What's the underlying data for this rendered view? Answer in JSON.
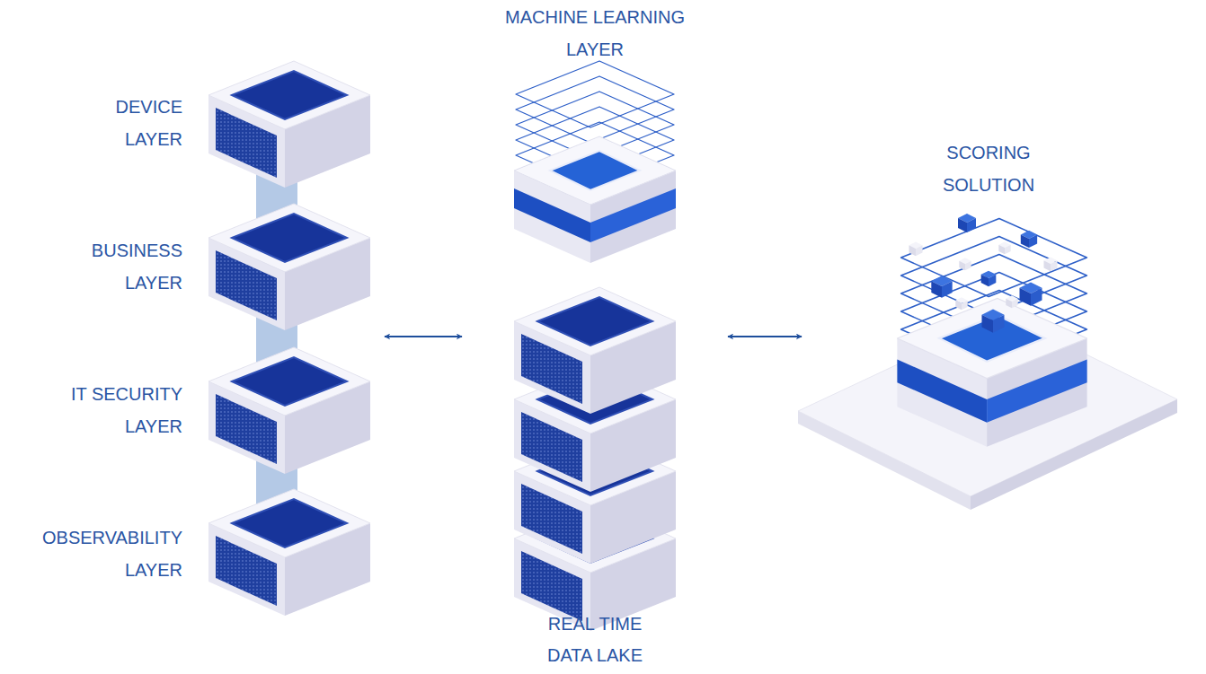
{
  "diagram": {
    "nodes": [
      {
        "text": [
          "DEVICE LAYER"
        ]
      },
      {
        "text": [
          "BUSINESS LAYER"
        ]
      },
      {
        "text": [
          "IT SECURITY LAYER"
        ]
      },
      {
        "text": [
          "OBSERVABILITY LAYER"
        ]
      },
      {
        "text": [
          "MACHINE LEARNING LAYER"
        ]
      },
      {
        "text": [
          "REAL TIME DATA LAKE"
        ]
      },
      {
        "text": [
          "SCORING SOLUTION"
        ]
      }
    ],
    "edges": [
      {
        "from": 1,
        "to": 5,
        "arrow": "both"
      },
      {
        "from": 5,
        "to": 6,
        "arrow": "both"
      }
    ]
  }
}
